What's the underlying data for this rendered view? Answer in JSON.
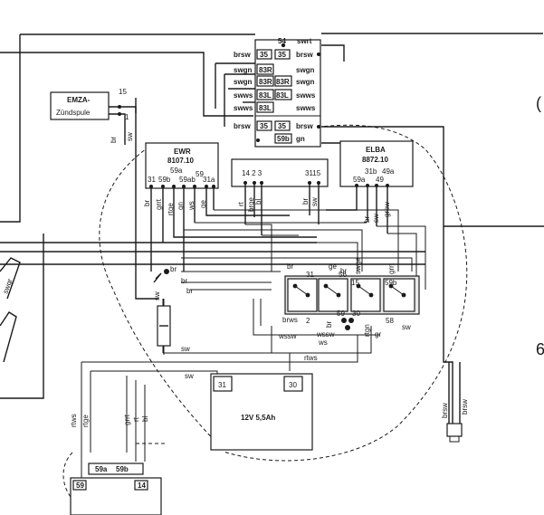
{
  "modules": {
    "emza": {
      "title": "EMZA-",
      "subtitle": "Zündspule",
      "pin_15": "15",
      "pin_1": "1"
    },
    "ewr": {
      "title": "EWR",
      "part": "8107.10",
      "pins_top": "59a",
      "pin_59": "59",
      "pins_row": [
        "31",
        "59b",
        "59ab",
        "31a"
      ]
    },
    "center": {
      "pins": [
        "14 2 3",
        "3115"
      ]
    },
    "elba": {
      "title": "ELBA",
      "part": "8872.10",
      "pins_a": "31b",
      "pins_b": "49a",
      "pins_c": "59a",
      "pins_d": "49"
    },
    "battery": {
      "label": "12V 5,5Ah",
      "pin_minus": "31",
      "pin_plus": "30"
    },
    "lamp": {
      "pin_59a": "59a",
      "pin_59b": "59b",
      "pin_59": "59",
      "pin_14": "14"
    },
    "switchbox": {
      "rows": [
        {
          "left": "brsw",
          "pin1": "35",
          "pin2": "35",
          "right": "brsw",
          "top": "54",
          "top_r": "swrt"
        },
        {
          "left": "swgn",
          "pin1": "83R",
          "right": "swgn"
        },
        {
          "left": "swgn",
          "pin1": "83R",
          "pin2": "83R",
          "right": "swgn"
        },
        {
          "left": "swws",
          "pin1": "83L",
          "pin2": "83L",
          "right": "swws"
        },
        {
          "left": "swws",
          "pin1": "83L",
          "right": "swws"
        },
        {
          "left": "brsw",
          "pin1": "35",
          "pin2": "35",
          "right": "brsw"
        },
        {
          "pin1": "59b",
          "right": "gn"
        }
      ]
    },
    "relays": {
      "pins": [
        "31",
        "56",
        "15",
        "59b",
        "2",
        "59",
        "30",
        "58"
      ],
      "top_labels": [
        "br",
        "ge",
        "swge",
        "grrt"
      ]
    }
  },
  "wire_labels": {
    "br": "br",
    "sw": "sw",
    "rt": "rt",
    "bl": "bl",
    "gn": "gn",
    "ws": "ws",
    "ge": "ge",
    "grrt": "grrt",
    "rtge": "rtge",
    "rtws": "rtws",
    "brws": "brws",
    "grsw": "grsw",
    "brge": "brge",
    "rtgn": "rtgn",
    "gr": "gr",
    "wssw": "wssw",
    "brsw": "brsw",
    "swgr": "swgr"
  },
  "margin_marks": {
    "top": "(",
    "bottom": "6"
  }
}
